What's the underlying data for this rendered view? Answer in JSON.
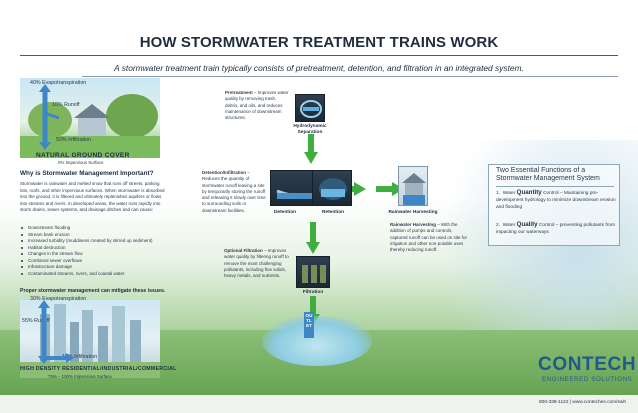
{
  "title": "HOW STORMWATER TREATMENT TRAINS WORK",
  "subtitle": "A stormwater treatment train typically consists of pretreatment, detention, and filtration in an integrated system.",
  "natural": {
    "evapo": "40% Evapotranspiration",
    "runoff": "10% Runoff",
    "infiltration": "50% Infiltration",
    "caption": "NATURAL GROUND COVER",
    "sub": "0% Impervious Surface"
  },
  "why": {
    "heading": "Why is Stormwater Management Important?",
    "body": "Stormwater is rainwater and melted snow that runs off streets, parking lots, roofs, and other impervious surfaces. When stormwater is absorbed into the ground, it is filtered and ultimately replenishes aquifers or flows into streams and rivers. In developed areas, the water runs rapidly into storm drains, sewer systems, and drainage ditches and can cause:",
    "bullets": [
      "Downstream flooding",
      "Stream bank erosion",
      "Increased turbidity (muddiness created by stirred up sediment)",
      "Habitat destruction",
      "Changes in the stream flow",
      "Combined sewer overflows",
      "Infrastructure damage",
      "Contaminated streams, rivers, and coastal water"
    ],
    "proper": "Proper stormwater management can mitigate these issues."
  },
  "urban": {
    "evapo": "30% Evapotranspiration",
    "runoff": "55% Runoff",
    "infiltration": "15% Infiltration",
    "caption": "HIGH DENSITY RESIDENTIAL/INDUSTRIAL/COMMERCIAL",
    "sub": "75% – 100% Impervious Surface"
  },
  "train": {
    "pretreatment_title": "Pretreatment",
    "pretreatment_text": " – Improves water quality by removing trash, debris, and oils, and reduces maintenance of downstream structures.",
    "hydro_label": "Hydrodynamic Separation",
    "detention_title": "Detention/Infiltration",
    "detention_text": " – Reduces the quantity of stormwater runoff leaving a site by temporarily storing the runoff and releasing it slowly over time to surrounding soils or downstream facilities.",
    "detention_label": "Detention",
    "retention_label": "Retention",
    "harvest_label": "Rainwater Harvesting",
    "harvest_title": "Rainwater Harvesting",
    "harvest_text": " – With the addition of pumps and controls, captured runoff can be used on site for irrigation and other non-potable uses thereby reducing runoff.",
    "filtration_title": "Optional Filtration",
    "filtration_text": " – Improves water quality by filtering runoff to remove the most challenging pollutants, including fine solids, heavy metals, and nutrients.",
    "filtration_label": "Filtration",
    "outlet_label": "OUTLET"
  },
  "functions": {
    "title": "Two Essential Functions of a Stormwater Management System",
    "item1_num": "1.",
    "item1_pre": "Water ",
    "item1_bold": "Quantity",
    "item1_text": " Control – Maintaining pre-development hydrology to minimize downstream erosion and flooding",
    "item2_num": "2.",
    "item2_pre": "Water ",
    "item2_bold": "Quality",
    "item2_text": " Control – preventing pollutants from impacting our waterways"
  },
  "logo": {
    "word": "CONTECH",
    "sub": "ENGINEERED SOLUTIONS"
  },
  "footer": "800-338-1122 | www.conteches.com/swh",
  "colors": {
    "arrow_green": "#3fae3f",
    "arrow_blue": "#3f86c9",
    "brand_blue": "#1f5a8a"
  }
}
